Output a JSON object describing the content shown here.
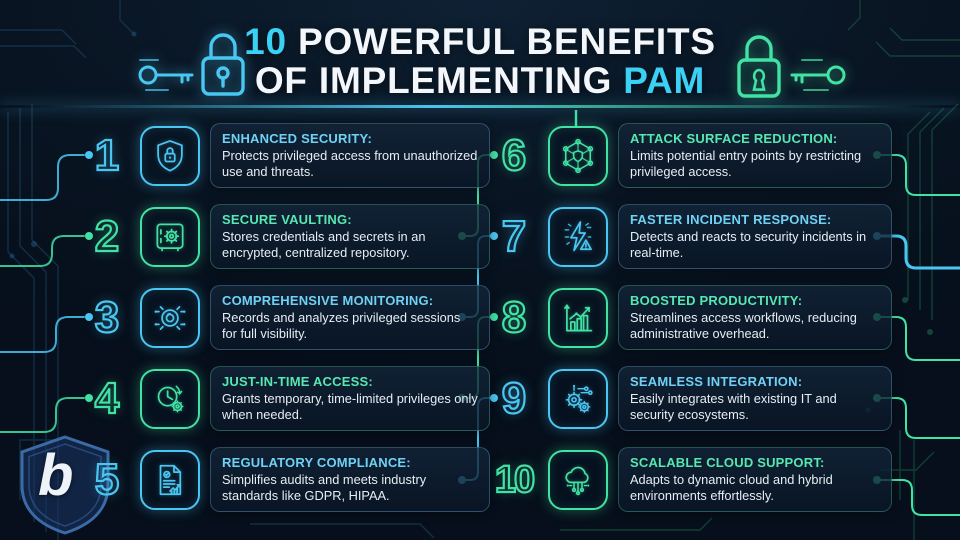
{
  "header": {
    "title_accent1": "10",
    "title_rest1": "POWERFUL BENEFITS",
    "title_rest2": "OF IMPLEMENTING",
    "title_accent2": "PAM"
  },
  "colors": {
    "blue": "#49c7f2",
    "green": "#41e2a4",
    "background": "#091523",
    "body_text": "#e7edf4"
  },
  "items": [
    {
      "num": "1",
      "color": "blue",
      "icon": "shield-lock-icon",
      "title": "ENHANCED SECURITY:",
      "desc": "Protects privileged access from unauthorized use and threats."
    },
    {
      "num": "2",
      "color": "green",
      "icon": "vault-icon",
      "title": "SECURE VAULTING:",
      "desc": "Stores credentials and secrets in an encrypted, centralized repository."
    },
    {
      "num": "3",
      "color": "blue",
      "icon": "monitoring-lens-icon",
      "title": "COMPREHENSIVE MONITORING:",
      "desc": "Records and analyzes privileged sessions for full visibility."
    },
    {
      "num": "4",
      "color": "green",
      "icon": "clock-gear-icon",
      "title": "JUST-IN-TIME ACCESS:",
      "desc": "Grants temporary, time-limited privileges only when needed."
    },
    {
      "num": "5",
      "color": "blue",
      "icon": "compliance-doc-icon",
      "title": "REGULATORY COMPLIANCE:",
      "desc": "Simplifies audits and meets industry standards like GDPR, HIPAA."
    },
    {
      "num": "6",
      "color": "green",
      "icon": "network-shield-icon",
      "title": "ATTACK SURFACE REDUCTION:",
      "desc": "Limits potential entry points by restricting privileged access."
    },
    {
      "num": "7",
      "color": "blue",
      "icon": "incident-bolt-icon",
      "title": "FASTER INCIDENT RESPONSE:",
      "desc": "Detects and reacts to security incidents in real-time."
    },
    {
      "num": "8",
      "color": "green",
      "icon": "growth-chart-icon",
      "title": "BOOSTED PRODUCTIVITY:",
      "desc": "Streamlines access workflows, reducing administrative overhead."
    },
    {
      "num": "9",
      "color": "blue",
      "icon": "gears-integration-icon",
      "title": "SEAMLESS INTEGRATION:",
      "desc": "Easily integrates with existing IT and security ecosystems."
    },
    {
      "num": "10",
      "color": "green",
      "icon": "cloud-circuit-icon",
      "title": "SCALABLE CLOUD SUPPORT:",
      "desc": "Adapts to dynamic cloud and hybrid environments effortlessly."
    }
  ],
  "logo": {
    "letter": "b"
  }
}
